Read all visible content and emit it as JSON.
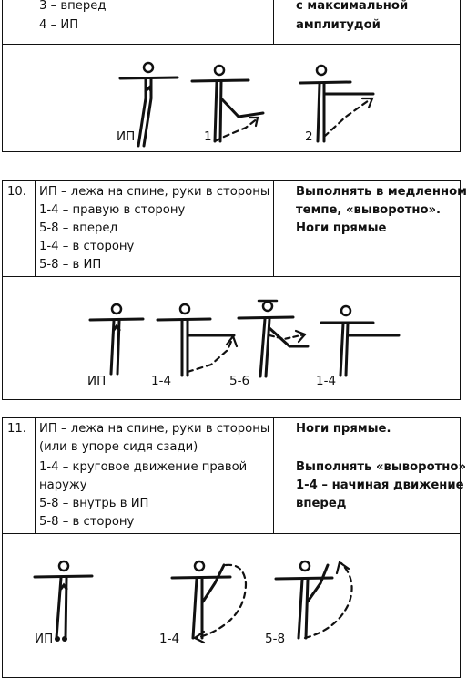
{
  "top_row": {
    "description_lines": [
      "3  – вперед",
      "4  – ИП"
    ],
    "notes_lines": [
      "с максимальной",
      "амплитудой"
    ],
    "figure_labels": [
      "ИП",
      "1",
      "2"
    ]
  },
  "exercise_10": {
    "number": "10.",
    "description_lines": [
      "ИП – лежа на спине, руки в стороны",
      "1-4  – правую в сторону",
      "5-8   – вперед",
      "1-4   – в сторону",
      "5-8   – в ИП"
    ],
    "notes_lines": [
      "Выполнять в медленном",
      "темпе, «выворотно».",
      "Ноги прямые"
    ],
    "figure_labels": [
      "ИП",
      "1-4",
      "5-6",
      "1-4"
    ]
  },
  "exercise_11": {
    "number": "11.",
    "description_lines": [
      "ИП – лежа на спине, руки в стороны",
      "(или в упоре сидя сзади)",
      "1-4  – круговое движение правой",
      "наружу",
      "5-8  – внутрь в ИП",
      "5-8  – в сторону"
    ],
    "notes_lines": [
      "Ноги прямые.",
      "",
      "Выполнять «выворотно»",
      "1-4 – начиная движение",
      "вперед"
    ],
    "figure_labels": [
      "ИП",
      "1-4",
      "5-8"
    ]
  }
}
